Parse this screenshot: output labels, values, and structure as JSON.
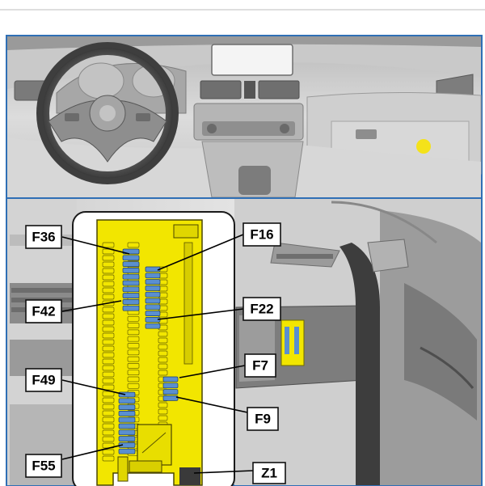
{
  "labels": {
    "f36": "F36",
    "f16": "F16",
    "f42": "F42",
    "f22": "F22",
    "f7": "F7",
    "f49": "F49",
    "f9": "F9",
    "f55": "F55",
    "z1": "Z1"
  },
  "colors": {
    "fusebox": "#f2e600",
    "fuse_highlight": "#5a8fd0",
    "marker": "#f4e21a",
    "frame": "#2f6fb5",
    "background": "#e9e9e9"
  },
  "icons": {
    "marker": "yellow-dot-marker"
  }
}
